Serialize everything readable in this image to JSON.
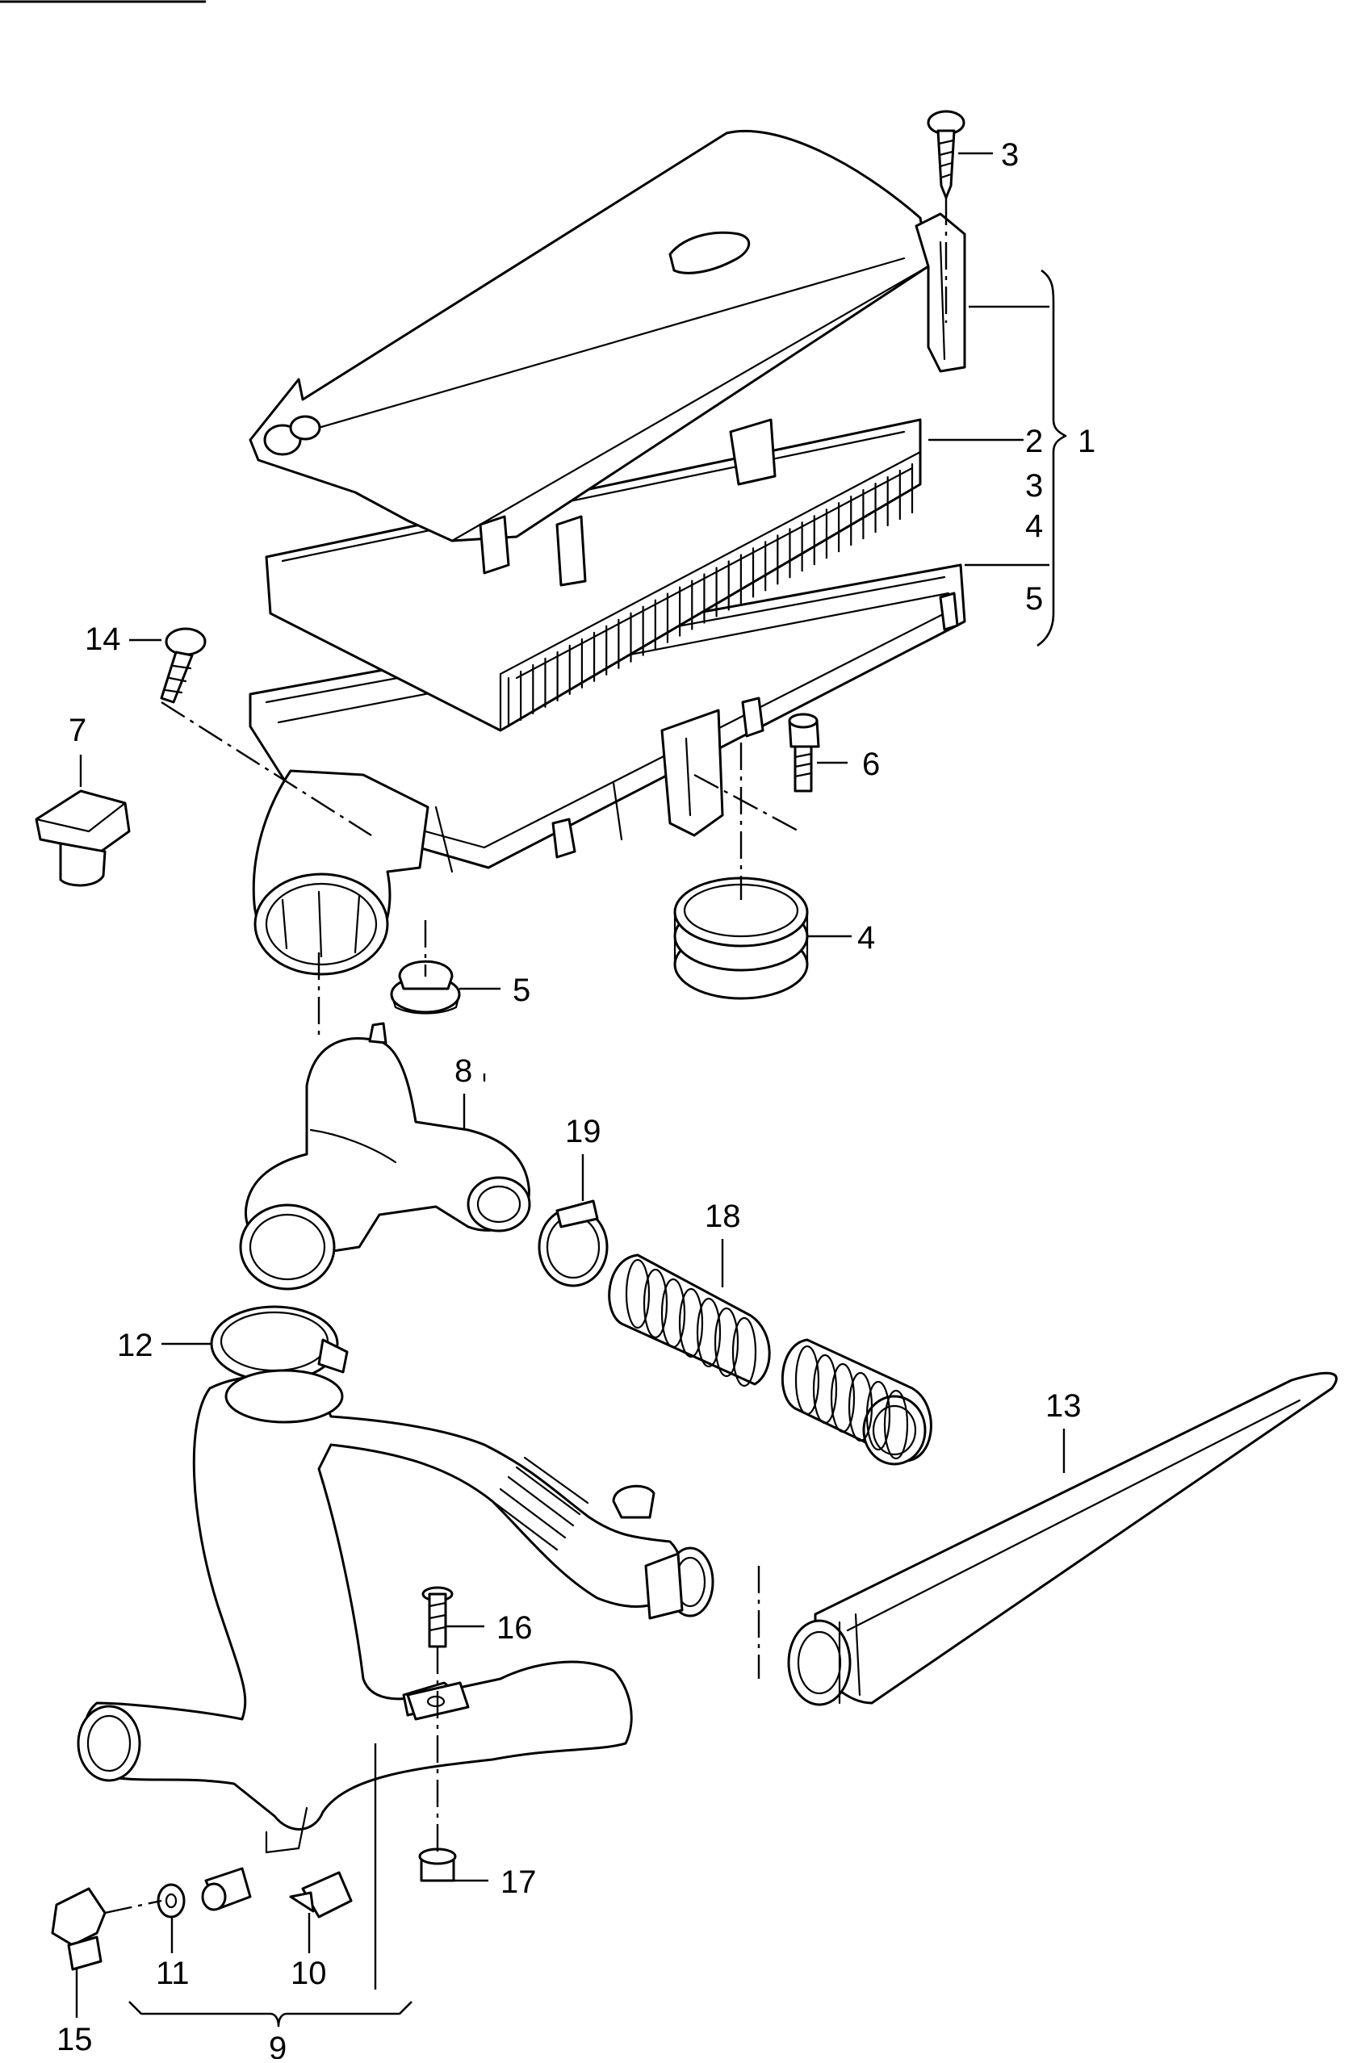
{
  "diagram": {
    "callouts": [
      {
        "id": "1",
        "text": "1"
      },
      {
        "id": "2",
        "text": "2"
      },
      {
        "id": "3",
        "text": "3"
      },
      {
        "id": "3b",
        "text": "3"
      },
      {
        "id": "4",
        "text": "4"
      },
      {
        "id": "4b",
        "text": "4"
      },
      {
        "id": "5",
        "text": "5"
      },
      {
        "id": "5b",
        "text": "5"
      },
      {
        "id": "6",
        "text": "6"
      },
      {
        "id": "7",
        "text": "7"
      },
      {
        "id": "8",
        "text": "8"
      },
      {
        "id": "9",
        "text": "9"
      },
      {
        "id": "10",
        "text": "10"
      },
      {
        "id": "11",
        "text": "11"
      },
      {
        "id": "12",
        "text": "12"
      },
      {
        "id": "13",
        "text": "13"
      },
      {
        "id": "14",
        "text": "14"
      },
      {
        "id": "15",
        "text": "15"
      },
      {
        "id": "16",
        "text": "16"
      },
      {
        "id": "17",
        "text": "17"
      },
      {
        "id": "18",
        "text": "18"
      },
      {
        "id": "19",
        "text": "19"
      }
    ]
  }
}
